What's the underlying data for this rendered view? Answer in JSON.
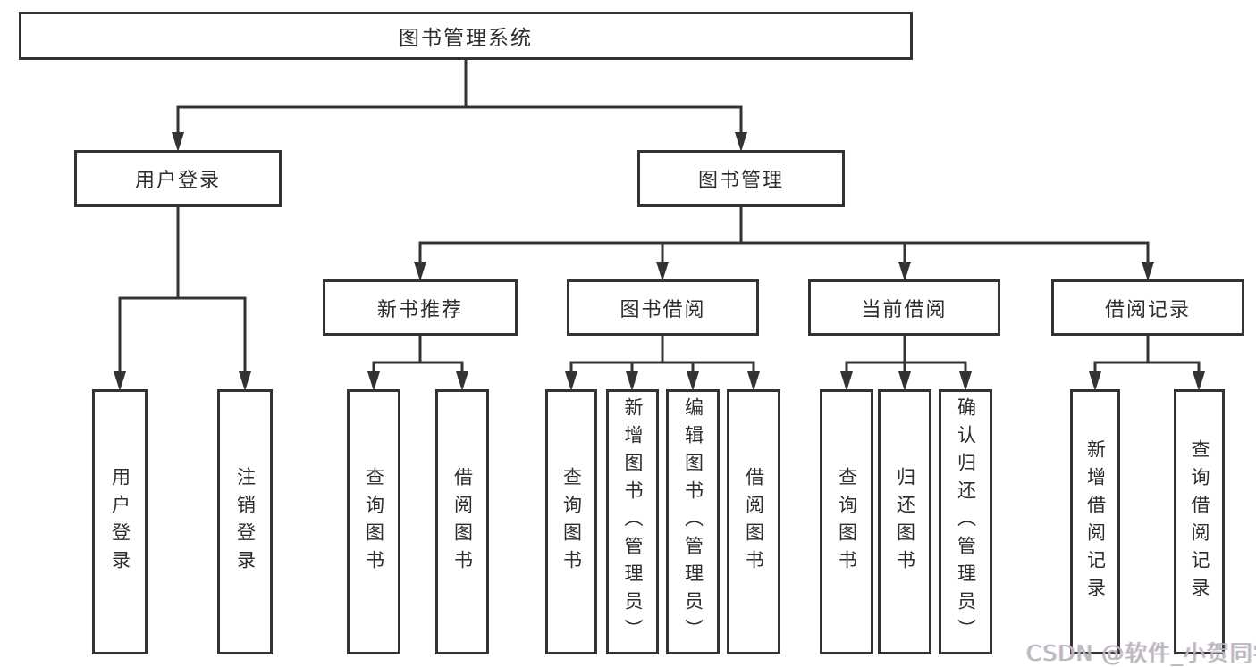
{
  "title": "图书管理系统",
  "branches": {
    "user_login": {
      "label": "用户登录",
      "children": [
        "用户登录",
        "注销登录"
      ]
    },
    "book_management": {
      "label": "图书管理",
      "children": {
        "new_book_recommend": {
          "label": "新书推荐",
          "children": [
            "查询图书",
            "借阅图书"
          ]
        },
        "book_borrow": {
          "label": "图书借阅",
          "children": [
            "查询图书",
            "新增图书（管理员）",
            "编辑图书（管理员）",
            "借阅图书"
          ]
        },
        "current_borrow": {
          "label": "当前借阅",
          "children": [
            "查询图书",
            "归还图书",
            "确认归还（管理员）"
          ]
        },
        "borrow_record": {
          "label": "借阅记录",
          "children": [
            "新增借阅记录",
            "查询借阅记录"
          ]
        }
      }
    }
  },
  "watermark": "CSDN @软件_小贺同学",
  "colors": {
    "line": "#333333",
    "text": "#2d2d2d",
    "background": "#ffffff",
    "watermark": "#b8b8bf"
  }
}
